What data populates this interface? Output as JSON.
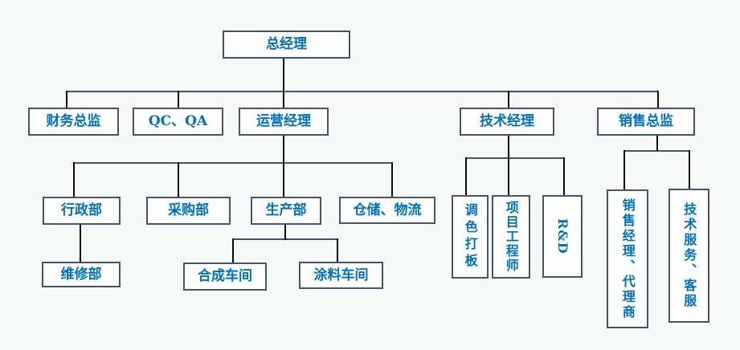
{
  "chart_title": "",
  "colors": {
    "background": "#f7f8f8",
    "box_fill": "#fdfdfe",
    "box_border": "#44546a",
    "horizontal_connector": "#44546a",
    "vertical_connector": "#0d0d0d",
    "label_text": "#0070c0"
  },
  "nodes": [
    {
      "id": "general-manager",
      "label": "总经理",
      "level": 1,
      "parent": null,
      "vertical": false
    },
    {
      "id": "finance-director",
      "label": "财务总监",
      "level": 2,
      "parent": "general-manager",
      "vertical": false
    },
    {
      "id": "qc-qa",
      "label": "QC、QA",
      "level": 2,
      "parent": "general-manager",
      "vertical": false
    },
    {
      "id": "operations-manager",
      "label": "运营经理",
      "level": 2,
      "parent": "general-manager",
      "vertical": false
    },
    {
      "id": "technical-manager",
      "label": "技术经理",
      "level": 2,
      "parent": "general-manager",
      "vertical": false
    },
    {
      "id": "sales-director",
      "label": "销售总监",
      "level": 2,
      "parent": "general-manager",
      "vertical": false
    },
    {
      "id": "admin-dept",
      "label": "行政部",
      "level": 3,
      "parent": "operations-manager",
      "vertical": false
    },
    {
      "id": "purchasing-dept",
      "label": "采购部",
      "level": 3,
      "parent": "operations-manager",
      "vertical": false
    },
    {
      "id": "production-dept",
      "label": "生产部",
      "level": 3,
      "parent": "operations-manager",
      "vertical": false
    },
    {
      "id": "warehouse-logistics",
      "label": "仓储、物流",
      "level": 3,
      "parent": "operations-manager",
      "vertical": false
    },
    {
      "id": "maintenance-dept",
      "label": "维修部",
      "level": 4,
      "parent": "admin-dept",
      "vertical": false
    },
    {
      "id": "synthesis-workshop",
      "label": "合成车间",
      "level": 4,
      "parent": "production-dept",
      "vertical": false
    },
    {
      "id": "coating-workshop",
      "label": "涂料车间",
      "level": 4,
      "parent": "production-dept",
      "vertical": false
    },
    {
      "id": "color-matching",
      "label": "调色打板",
      "level": 3,
      "parent": "technical-manager",
      "vertical": true
    },
    {
      "id": "project-engineer",
      "label": "项目工程师",
      "level": 3,
      "parent": "technical-manager",
      "vertical": true
    },
    {
      "id": "rnd",
      "label": "R&D",
      "level": 3,
      "parent": "technical-manager",
      "vertical": true
    },
    {
      "id": "sales-manager-agents",
      "label": "销售经理、代理商",
      "level": 3,
      "parent": "sales-director",
      "vertical": true
    },
    {
      "id": "tech-service-support",
      "label": "技术服务、客服",
      "level": 3,
      "parent": "sales-director",
      "vertical": true
    }
  ]
}
